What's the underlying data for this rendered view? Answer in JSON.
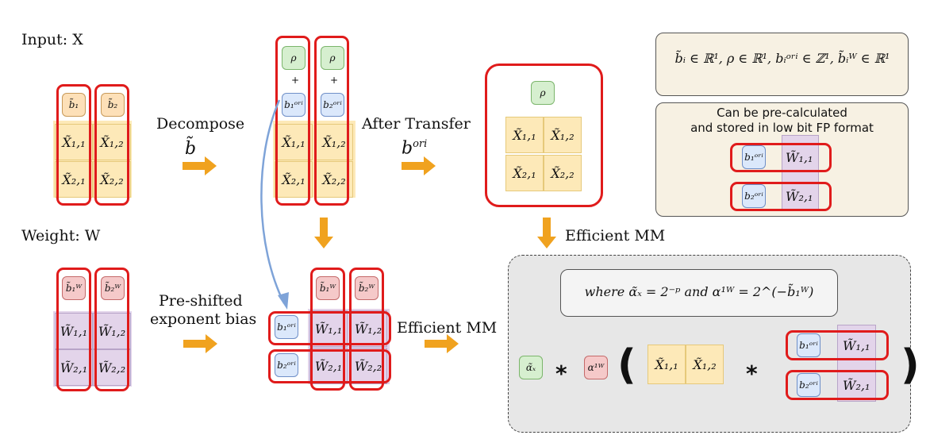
{
  "labels": {
    "input": "Input: X",
    "weight": "Weight: W",
    "decompose": "Decompose",
    "decompose_sym": "b̃",
    "after_transfer": "After Transfer",
    "after_sym": "b^ori",
    "pre_shifted_1": "Pre-shifted",
    "pre_shifted_2": "exponent bias",
    "efficient_mm_1": "Efficient MM",
    "efficient_mm_2": "Efficient MM"
  },
  "input_matrix": {
    "bias": [
      "b̃₁",
      "b̃₂"
    ],
    "cells": [
      "X̃₁,₁",
      "X̃₁,₂",
      "X̃₂,₁",
      "X̃₂,₂"
    ]
  },
  "weight_matrix": {
    "bias": [
      "b̃₁ᵂ",
      "b̃₂ᵂ"
    ],
    "cells": [
      "W̃₁,₁",
      "W̃₁,₂",
      "W̃₂,₁",
      "W̃₂,₂"
    ]
  },
  "decomposed": {
    "rho": "ρ",
    "plus": "+",
    "ori": [
      "b₁ᵒʳⁱ",
      "b₂ᵒʳⁱ"
    ]
  },
  "info_box": {
    "formula": "b̃ᵢ ∈ ℝ¹, ρ ∈ ℝ¹,  bᵢᵒʳⁱ ∈ ℤ¹, b̃ᵢᵂ ∈ ℝ¹",
    "note_line1": "Can be pre-calculated",
    "note_line2": "and stored in low bit FP format"
  },
  "bottom_panel": {
    "where": "where α̃ₓ = 2⁻ᵖ and α¹ᵂ = 2^(−b̃₁ᵂ)",
    "alpha_x": "α̃ₓ",
    "alpha_w": "α¹ᵂ",
    "times": "*",
    "lparen": "(",
    "rparen": ")"
  },
  "colors": {
    "x_cell": "#fde9b8",
    "w_cell": "#e3d4ea",
    "rho": "#d6efcf",
    "ori": "#dbe8fb",
    "bias_w": "#f5c9c9",
    "highlight": "#e01b1b",
    "arrow": "#f0a21f",
    "curve": "#7ea3d8",
    "panel": "#e7e7e7",
    "info_bg": "#f7f1e3"
  }
}
